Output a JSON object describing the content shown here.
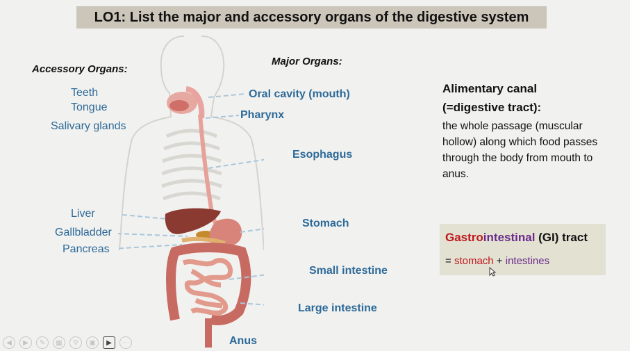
{
  "title": "LO1: List the major and accessory organs of the digestive system",
  "accessory": {
    "heading": "Accessory Organs:",
    "items": [
      "Teeth",
      "Tongue",
      "Salivary glands",
      "Liver",
      "Gallbladder",
      "Pancreas"
    ]
  },
  "major": {
    "heading": "Major Organs:",
    "items": [
      "Oral cavity (mouth)",
      "Pharynx",
      "Esophagus",
      "Stomach",
      "Small intestine",
      "Large intestine",
      "Anus"
    ]
  },
  "alimentary": {
    "heading_line1": "Alimentary canal",
    "heading_line2": "(=digestive tract):",
    "description": "the whole passage (muscular hollow) along which food passes through the body from mouth to anus."
  },
  "gi": {
    "gastro": "Gastro",
    "intestinal": "intestinal",
    "rest": " (GI) tract",
    "eq": "= ",
    "stomach": "stomach",
    "plus": " + ",
    "intestines": "intestines"
  },
  "colors": {
    "label_blue": "#2d6a99",
    "red": "#c0171c",
    "purple": "#6b2a8b",
    "title_bg": "#ccc5b9",
    "gi_bg": "#e2e1d2"
  },
  "controls": [
    "prev-icon",
    "next-icon",
    "pen-icon",
    "slides-icon",
    "zoom-icon",
    "subtitles-icon",
    "camera-icon",
    "more-icon"
  ]
}
